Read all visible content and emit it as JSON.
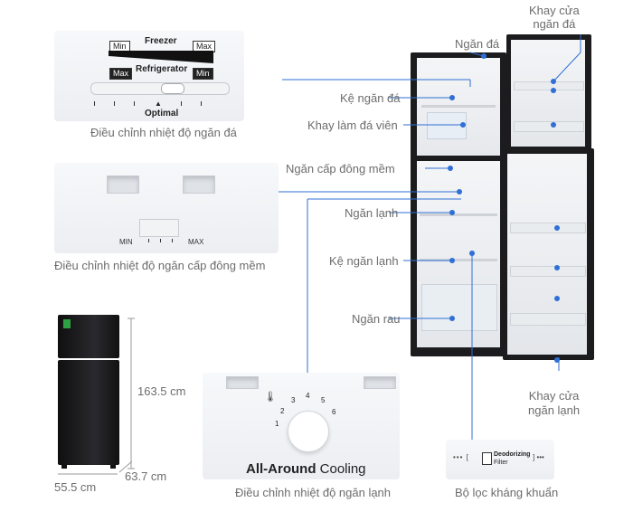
{
  "panels": {
    "freezer": {
      "caption": "Điều chỉnh nhiệt độ ngăn đá",
      "tags": {
        "min_top": "Min",
        "freezer": "Freezer",
        "max_top": "Max",
        "max_bottom": "Max",
        "refrigerator": "Refrigerator",
        "min_bottom": "Min"
      },
      "optimal": "Optimal"
    },
    "soft_freeze": {
      "caption": "Điều chỉnh nhiệt độ ngăn cấp đông mềm",
      "min": "MIN",
      "max": "MAX"
    },
    "fridge": {
      "caption": "Điều chỉnh nhiệt độ ngăn lạnh",
      "title_bold": "All-Around",
      "title_rest": " Cooling",
      "dial_marks": [
        "1",
        "2",
        "3",
        "4",
        "5",
        "6"
      ]
    },
    "filter": {
      "caption": "Bộ lọc kháng khuẩn",
      "line1": "Deodorizing",
      "line2": "Filter"
    }
  },
  "dimensions": {
    "height": "163.5 cm",
    "depth": "63.7 cm",
    "width": "55.5 cm"
  },
  "callouts": {
    "door_freezer": [
      "Khay cửa",
      "ngăn đá"
    ],
    "freezer": "Ngăn đá",
    "ice_shelf": "Kệ ngăn đá",
    "ice_tray": "Khay làm đá viên",
    "soft_freeze": "Ngăn cấp đông mềm",
    "fridge": "Ngăn lạnh",
    "fridge_shelf": "Kệ ngăn lạnh",
    "vegetable": "Ngăn rau",
    "door_fridge": [
      "Khay cửa",
      "ngăn lạnh"
    ]
  },
  "colors": {
    "accent": "#2f6fd6",
    "body_black": "#1b1b1d"
  }
}
